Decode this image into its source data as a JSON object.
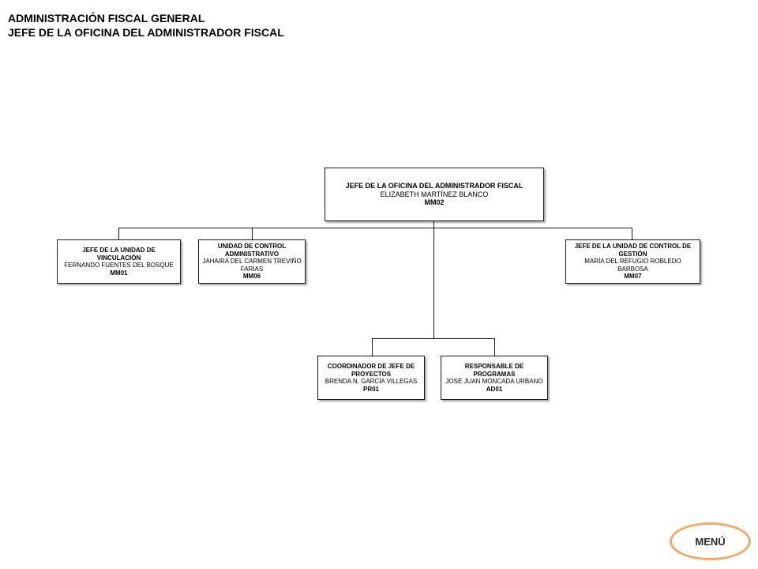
{
  "header": {
    "line1": "ADMINISTRACIÓN FISCAL GENERAL",
    "line2": "JEFE DE LA OFICINA DEL ADMINISTRADOR FISCAL"
  },
  "org": {
    "top": {
      "title": "JEFE DE LA OFICINA DEL ADMINISTRADOR FISCAL",
      "name": "ELIZABETH MARTÍNEZ BLANCO",
      "code": "MM02"
    },
    "vinculacion": {
      "title": "JEFE DE LA UNIDAD DE VINCULACIÓN",
      "name": "FERNANDO FUENTES DEL BOSQUE",
      "code": "MM01"
    },
    "control_admin": {
      "title": "UNIDAD DE CONTROL ADMINISTRATIVO",
      "name": "JAHAIRA DEL CARMEN TREVIÑO FARIAS",
      "code": "MM06"
    },
    "control_gestion": {
      "title": "JEFE DE LA UNIDAD DE CONTROL DE GESTIÓN",
      "name": "MARÍA DEL REFUGIO ROBLEDO BARBOSA",
      "code": "MM07"
    },
    "coordinador": {
      "title": "COORDINADOR DE JEFE DE PROYECTOS",
      "name": "BRENDA N. GARCÍA VILLEGAS",
      "code": "PR01"
    },
    "programas": {
      "title": "RESPONSABLE DE PROGRAMAS",
      "name": "JOSÉ JUAN MONCADA URBANO",
      "code": "AD01"
    }
  },
  "menu": {
    "label": "MENÚ"
  }
}
